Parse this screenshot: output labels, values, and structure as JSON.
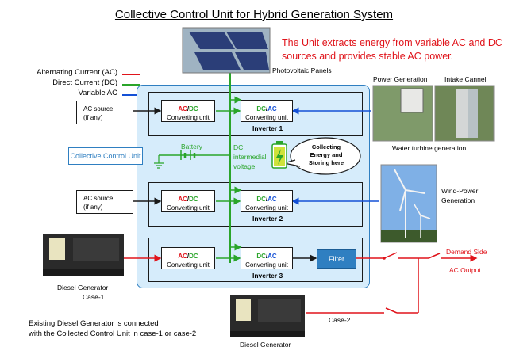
{
  "title": "Collective Control Unit for Hybrid Generation System",
  "note": "The Unit extracts energy from variable AC and DC sources and provides stable AC power.",
  "legend": {
    "ac": "Alternating Current (AC)",
    "dc": "Direct Current (DC)",
    "vac": "Variable AC"
  },
  "colors": {
    "ac": "#e0141b",
    "dc": "#2aa52a",
    "vac": "#1450d6",
    "panel": "#d6ecfb",
    "accent": "#2f7fc1"
  },
  "pv_label": "Photovoltaic Panels",
  "power_gen_label": "Power Generation",
  "intake_label": "Intake Cannel",
  "water_label": "Water turbine generation",
  "wind_label_1": "Wind-Power",
  "wind_label_2": "Generation",
  "ccu_label": "Collective Control Unit",
  "ac_source_1": {
    "l1": "AC source",
    "l2": "(if any)"
  },
  "ac_source_2": {
    "l1": "AC source",
    "l2": "(if any)"
  },
  "converter": {
    "acdc_ac": "AC",
    "acdc_sep": "/",
    "acdc_dc": "DC",
    "dcac_dc": "DC",
    "dcac_sep": "/",
    "dcac_ac": "AC",
    "unit": "Converting unit"
  },
  "inverters": [
    "Inverter 1",
    "Inverter 2",
    "Inverter 3"
  ],
  "battery_label": "Battery",
  "dc_label": {
    "l1": "DC",
    "l2": "intermedial",
    "l3": "voltage"
  },
  "bubble": {
    "l1": "Collecting",
    "l2": "Energy and",
    "l3": "Storing here"
  },
  "filter_label": "Filter",
  "demand_side": "Demand Side",
  "ac_output": "AC Output",
  "diesel_1": {
    "l1": "Diesel Generator",
    "l2": "Case-1"
  },
  "diesel_2": "Diesel Generator",
  "case2": "Case-2",
  "existing": {
    "l1": "Existing Diesel Generator is connected",
    "l2": "with the Collected Control Unit in case-1 or case-2"
  }
}
